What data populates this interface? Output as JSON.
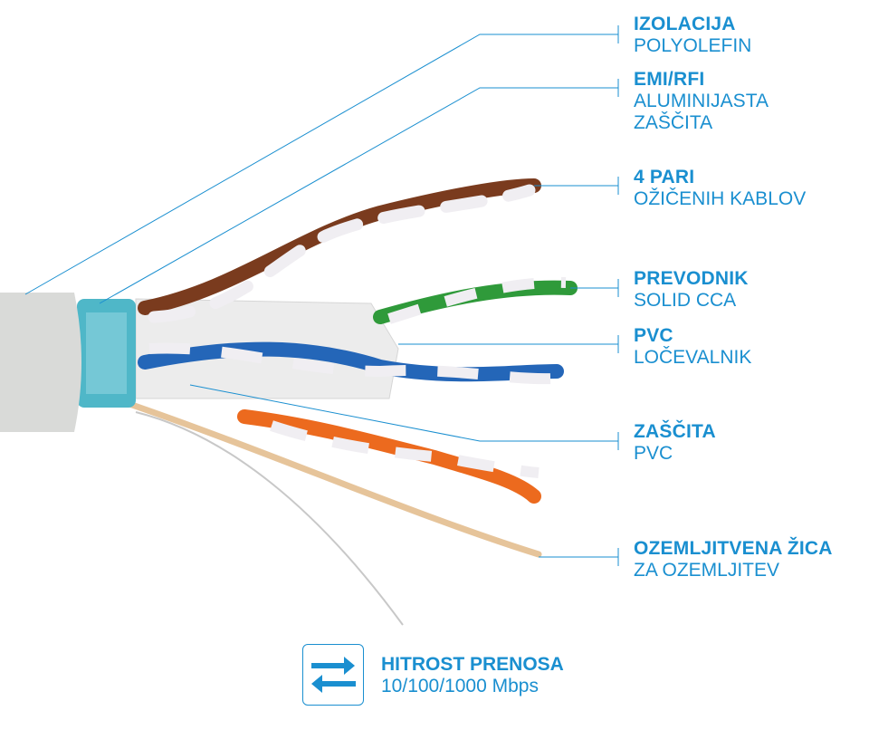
{
  "accent_color": "#1a8fd0",
  "labels": [
    {
      "title": "IZOLACIJA",
      "lines": [
        "POLYOLEFIN"
      ]
    },
    {
      "title": "EMI/RFI",
      "lines": [
        "ALUMINIJASTA",
        "ZAŠČITA"
      ]
    },
    {
      "title": "4 PARI",
      "lines": [
        "OŽIČENIH KABLOV"
      ]
    },
    {
      "title": "PREVODNIK",
      "lines": [
        "SOLID CCA"
      ]
    },
    {
      "title": "PVC",
      "lines": [
        "LOČEVALNIK"
      ]
    },
    {
      "title": "ZAŠČITA",
      "lines": [
        "PVC"
      ]
    },
    {
      "title": "OZEMLJITVENA ŽICA",
      "lines": [
        "ZA OZEMLJITEV"
      ]
    }
  ],
  "speed": {
    "icon": "transfer-arrows-icon",
    "title": "HITROST PRENOSA",
    "value": "10/100/1000 Mbps"
  }
}
